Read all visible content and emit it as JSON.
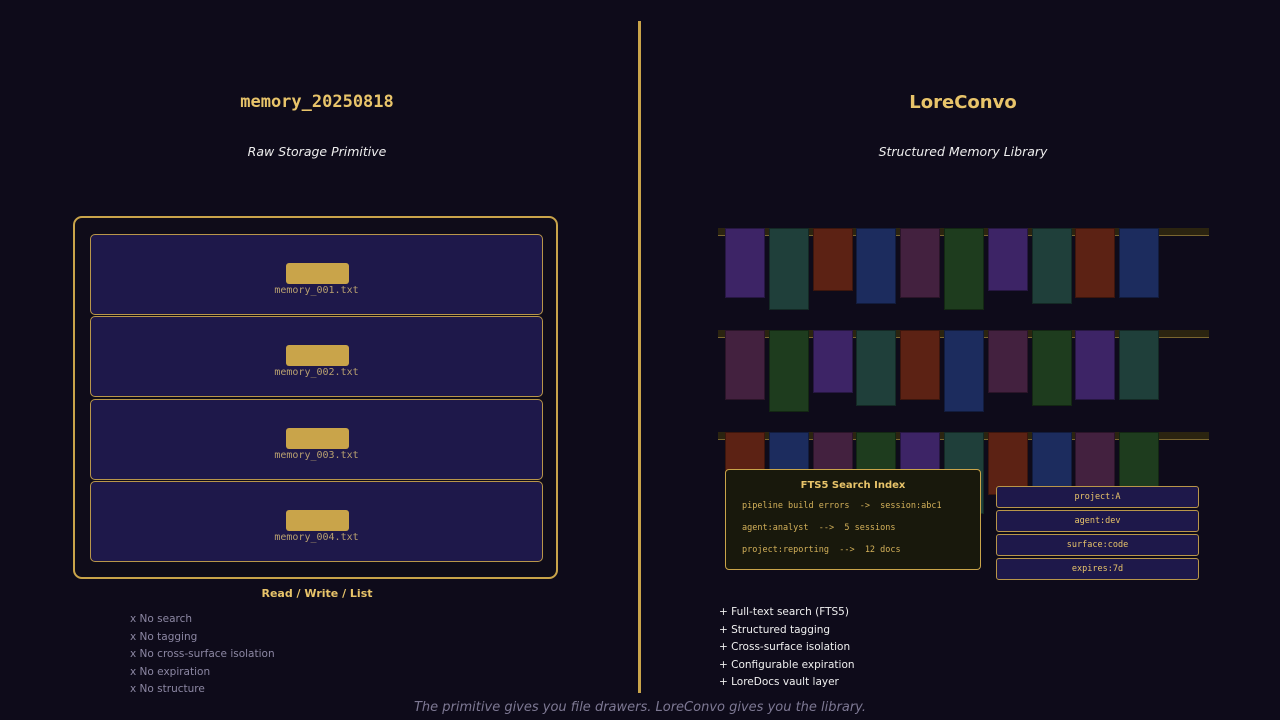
{
  "left": {
    "title": "memory_20250818",
    "subtitle": "Raw Storage Primitive",
    "drawers": [
      "memory_001.txt",
      "memory_002.txt",
      "memory_003.txt",
      "memory_004.txt"
    ],
    "caption": "Read / Write / List",
    "limitations": [
      "x  No search",
      "x  No tagging",
      "x  No cross-surface isolation",
      "x  No expiration",
      "x  No structure"
    ]
  },
  "right": {
    "title": "LoreConvo",
    "subtitle": "Structured Memory Library",
    "fts": {
      "title": "FTS5 Search Index",
      "lines": [
        "pipeline build errors  ->  session:abc1",
        "agent:analyst  -->  5 sessions",
        "project:reporting  -->  12 docs"
      ]
    },
    "tags": [
      "project:A",
      "agent:dev",
      "surface:code",
      "expires:7d"
    ],
    "features": [
      "+ Full-text search (FTS5)",
      "+ Structured tagging",
      "+ Cross-surface isolation",
      "+ Configurable expiration",
      "+ LoreDocs vault layer"
    ]
  },
  "footer": "The primitive gives you file drawers. LoreConvo gives you the library.",
  "colors": {
    "background": "#0e0b1a",
    "accent_gold": "#c9a44a",
    "title_gold": "#e8c46a",
    "drawer_fill": "#1e184a",
    "book_purple": "#3d2466",
    "book_teal": "#1f3f3a",
    "book_rust": "#5c2214",
    "book_navy": "#1c2c5e",
    "book_plum": "#43213f",
    "book_green": "#1e3c1e"
  }
}
